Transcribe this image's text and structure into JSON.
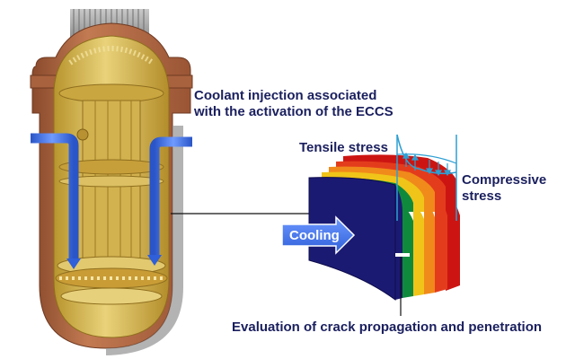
{
  "labels": {
    "eccs_line1": "Coolant injection associated",
    "eccs_line2": "with the activation of the ECCS",
    "tensile": "Tensile stress",
    "compressive_line1": "Compressive",
    "compressive_line2": "stress",
    "cooling": "Cooling",
    "crack": "Evaluation of crack propagation and penetration"
  },
  "colors": {
    "text": "#1a1f5e",
    "vessel_wall": "#b5673f",
    "vessel_interior": "#d8b94e",
    "coolant_flow": "#3a6fe0",
    "layers": [
      "#1b1a73",
      "#0f8a3c",
      "#f0c419",
      "#f08a1b",
      "#e33c1d",
      "#cc1512"
    ],
    "stress_curve": "#2d9fd3"
  }
}
